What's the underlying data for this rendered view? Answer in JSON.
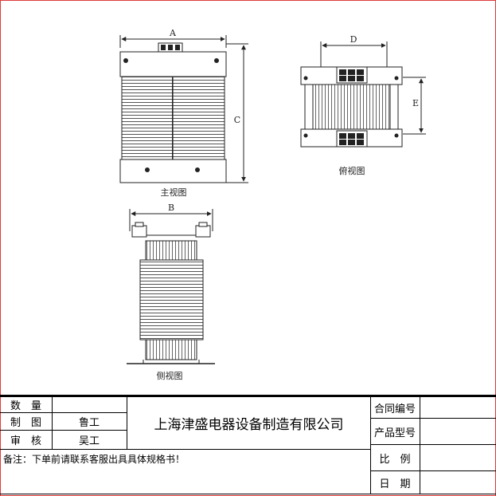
{
  "labels": {
    "dim_a": "A",
    "dim_b": "B",
    "dim_c": "C",
    "dim_d": "D",
    "dim_e": "E",
    "front_view": "主视图",
    "top_view": "俯视图",
    "side_view": "侧视图"
  },
  "title_block": {
    "quantity_label": "数　量",
    "quantity_value": "",
    "drawn_label": "制　图",
    "drawn_by": "鲁工",
    "checked_label": "审　核",
    "checked_by": "吴工",
    "company": "上海津盛电器设备制造有限公司",
    "remark": "备注：下单前请联系客服出具具体规格书！",
    "contract_no_label": "合同编号",
    "contract_no_value": "",
    "model_label": "产品型号",
    "model_value": "",
    "scale_label": "比　例",
    "scale_value": "",
    "date_label": "日　期",
    "date_value": ""
  },
  "colors": {
    "border": "#e23a3a",
    "line": "#000000"
  }
}
